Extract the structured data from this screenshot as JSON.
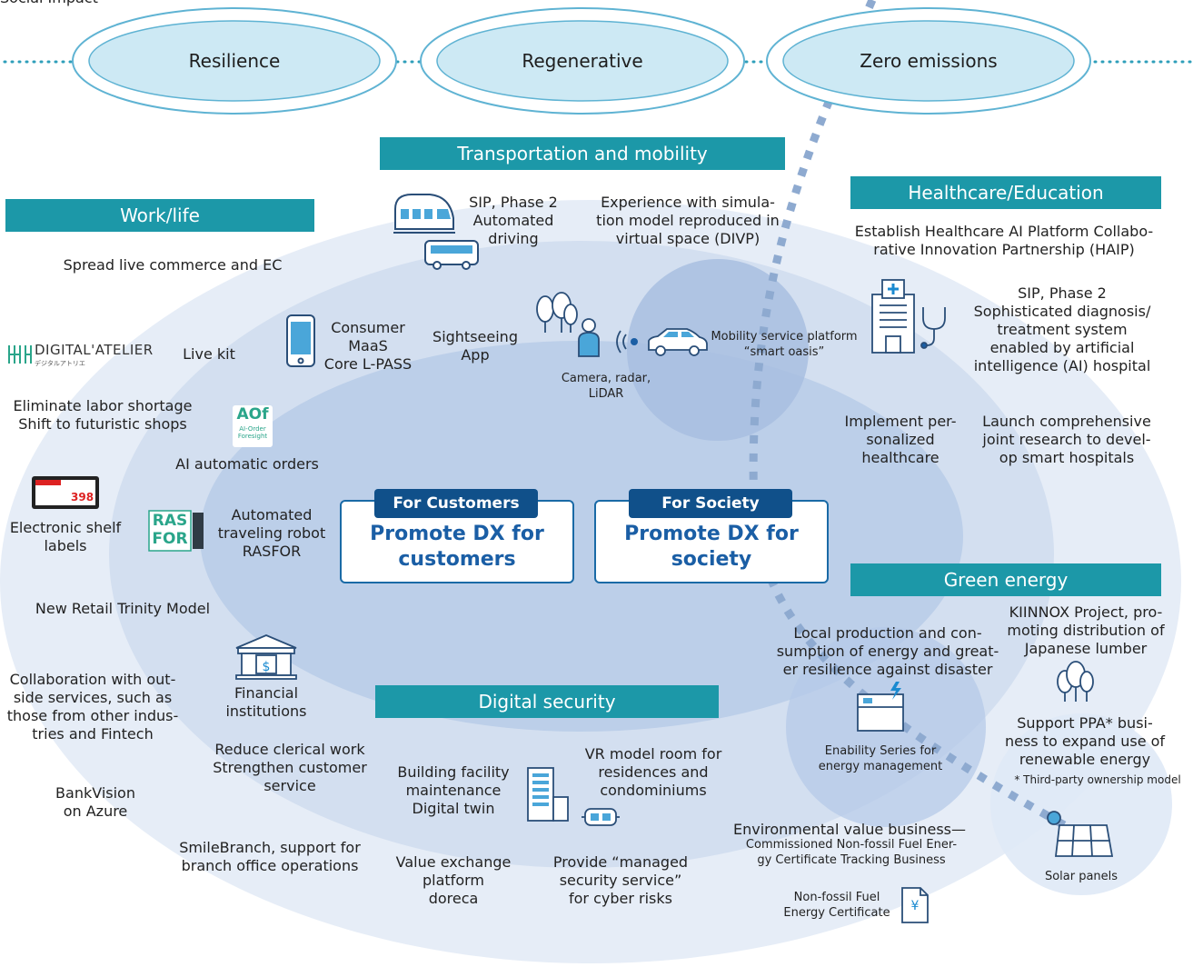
{
  "top_label": "Social Impact",
  "impacts": [
    "Resilience",
    "Regenerative",
    "Zero emissions"
  ],
  "headers": {
    "work_life": "Work/life",
    "transport": "Transportation and mobility",
    "healthcare": "Healthcare/Education",
    "green": "Green energy",
    "security": "Digital security"
  },
  "center": {
    "customers": {
      "tag": "For Customers",
      "title": "Promote DX for\ncustomers"
    },
    "society": {
      "tag": "For Society",
      "title": "Promote DX for\nsociety"
    }
  },
  "work_life_items": {
    "spread": "Spread live commerce and EC",
    "digital_atelier": "DIGITAL'ATELIER",
    "digital_atelier_sub": "デジタルアトリエ",
    "live_kit": "Live kit",
    "labor": "Eliminate labor shortage\nShift to futuristic shops",
    "aof_logo": "AOf",
    "aof_sub": "AI-Order\nForesight",
    "ai_orders": "AI automatic orders",
    "shelf_labels": "Electronic shelf\nlabels",
    "shelf_price": "398",
    "rasfor_logo": "RAS\nFOR",
    "robot": "Automated\ntraveling robot\nRASFOR",
    "trinity": "New Retail Trinity Model",
    "collab": "Collaboration with out-\nside services, such as\nthose from other indus-\ntries and Fintech",
    "financial": "Financial\ninstitutions",
    "clerical": "Reduce clerical work\nStrengthen customer\nservice",
    "bankvision": "BankVision\non Azure",
    "smilebranch": "SmileBranch, support for\nbranch office operations"
  },
  "transport_items": {
    "sip": "SIP, Phase 2\nAutomated\ndriving",
    "divp": "Experience with simula-\ntion model reproduced in\nvirtual space (DIVP)",
    "maas": "Consumer\nMaaS\nCore L-PASS",
    "sightseeing": "Sightseeing\nApp",
    "camera": "Camera, radar,\nLiDAR",
    "mobility": "Mobility service platform\n“smart oasis”"
  },
  "health_items": {
    "haip": "Establish Healthcare AI Platform Collabo-\nrative Innovation Partnership (HAIP)",
    "sip2": "SIP, Phase 2\nSophisticated diagnosis/\ntreatment system\nenabled by artificial\nintelligence (AI) hospital",
    "personalized": "Implement per-\nsonalized\nhealthcare",
    "smart_hosp": "Launch comprehensive\njoint research to devel-\nop smart hospitals"
  },
  "green_items": {
    "kiinnox": "KIINNOX Project, pro-\nmoting distribution of\nJapanese lumber",
    "local": "Local production and con-\nsumption of energy and great-\ner resilience against disaster",
    "ppa": "Support PPA* busi-\nness to expand use of\nrenewable energy",
    "footnote": "* Third-party ownership model",
    "enability": "Enability Series for\nenergy management",
    "env": "Environmental value business—",
    "env_sub": "Commissioned Non-fossil Fuel Ener-\ngy Certificate Tracking Business",
    "solar": "Solar panels",
    "nonfossil": "Non-fossil Fuel\nEnergy Certificate"
  },
  "security_items": {
    "building": "Building facility\nmaintenance\nDigital twin",
    "vr": "VR model room for\nresidences and\ncondominiums",
    "doreca": "Value exchange\nplatform\ndoreca",
    "managed": "Provide “managed\nsecurity service”\nfor cyber risks"
  },
  "colors": {
    "teal": "#1c98a8",
    "navy": "#10508a",
    "outer_ellipse": "#e4ecf6",
    "mid_ellipse": "#cfdcee",
    "inner_ellipse": "#b9cde8",
    "bubble": "#cde9f4",
    "dots": "#7d9fc9"
  }
}
